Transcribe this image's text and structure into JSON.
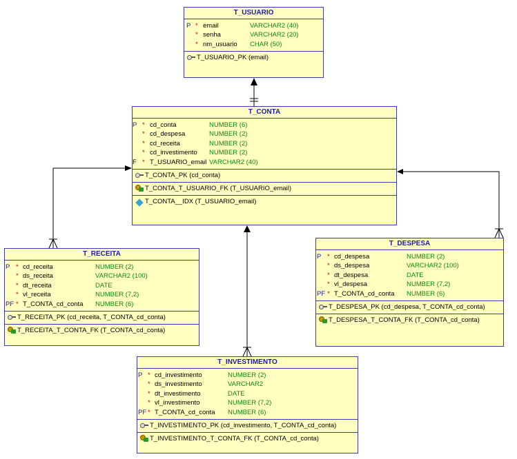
{
  "entities": {
    "usuario": {
      "name": "T_USUARIO",
      "columns": [
        {
          "flag": "P",
          "req": "*",
          "name": "email",
          "type": "VARCHAR2 (40)"
        },
        {
          "flag": "",
          "req": "*",
          "name": "senha",
          "type": "VARCHAR2 (20)"
        },
        {
          "flag": "",
          "req": "*",
          "name": "nm_usuario",
          "type": "CHAR (50)"
        }
      ],
      "pk": "T_USUARIO_PK (email)"
    },
    "conta": {
      "name": "T_CONTA",
      "columns": [
        {
          "flag": "P",
          "req": "*",
          "name": "cd_conta",
          "type": "NUMBER (6)"
        },
        {
          "flag": "",
          "req": "*",
          "name": "cd_despesa",
          "type": "NUMBER (2)"
        },
        {
          "flag": "",
          "req": "*",
          "name": "cd_receita",
          "type": "NUMBER (2)"
        },
        {
          "flag": "",
          "req": "*",
          "name": "cd_investimento",
          "type": "NUMBER (2)"
        },
        {
          "flag": "F",
          "req": "*",
          "name": "T_USUARIO_email",
          "type": "VARCHAR2 (40)"
        }
      ],
      "pk": "T_CONTA_PK (cd_conta)",
      "fk": "T_CONTA_T_USUARIO_FK (T_USUARIO_email)",
      "idx": "T_CONTA__IDX (T_USUARIO_email)"
    },
    "receita": {
      "name": "T_RECEITA",
      "columns": [
        {
          "flag": "P",
          "req": "*",
          "name": "cd_receita",
          "type": "NUMBER (2)"
        },
        {
          "flag": "",
          "req": "*",
          "name": "ds_receita",
          "type": "VARCHAR2 (100)"
        },
        {
          "flag": "",
          "req": "*",
          "name": "dt_receita",
          "type": "DATE"
        },
        {
          "flag": "",
          "req": "*",
          "name": "vl_receita",
          "type": "NUMBER (7,2)"
        },
        {
          "flag": "PF",
          "req": "*",
          "name": "T_CONTA_cd_conta",
          "type": "NUMBER (6)"
        }
      ],
      "pk": "T_RECEITA_PK (cd_receita, T_CONTA_cd_conta)",
      "fk": "T_RECEITA_T_CONTA_FK (T_CONTA_cd_conta)"
    },
    "despesa": {
      "name": "T_DESPESA",
      "columns": [
        {
          "flag": "P",
          "req": "*",
          "name": "cd_despesa",
          "type": "NUMBER (2)"
        },
        {
          "flag": "",
          "req": "*",
          "name": "ds_despesa",
          "type": "VARCHAR2 (100)"
        },
        {
          "flag": "",
          "req": "*",
          "name": "dt_despesa",
          "type": "DATE"
        },
        {
          "flag": "",
          "req": "*",
          "name": "vl_despesa",
          "type": "NUMBER (7,2)"
        },
        {
          "flag": "PF",
          "req": "*",
          "name": "T_CONTA_cd_conta",
          "type": "NUMBER (6)"
        }
      ],
      "pk": "T_DESPESA_PK (cd_despesa, T_CONTA_cd_conta)",
      "fk": "T_DESPESA_T_CONTA_FK (T_CONTA_cd_conta)"
    },
    "investimento": {
      "name": "T_INVESTIMENTO",
      "columns": [
        {
          "flag": "P",
          "req": "*",
          "name": "cd_investimento",
          "type": "NUMBER (2)"
        },
        {
          "flag": "",
          "req": "*",
          "name": "ds_investimento",
          "type": "VARCHAR2"
        },
        {
          "flag": "",
          "req": "*",
          "name": "dt_investimento",
          "type": "DATE"
        },
        {
          "flag": "",
          "req": "*",
          "name": "vl_investimento",
          "type": "NUMBER (7,2)"
        },
        {
          "flag": "PF",
          "req": "*",
          "name": "T_CONTA_cd_conta",
          "type": "NUMBER (6)"
        }
      ],
      "pk": "T_INVESTIMENTO_PK (cd_investimento, T_CONTA_cd_conta)",
      "fk": "T_INVESTIMENTO_T_CONTA_FK (T_CONTA_cd_conta)"
    }
  },
  "colors": {
    "entity_fill": "#ffffc0",
    "entity_border": "#3b3bb0",
    "title": "#1a1ab0",
    "required_marker": "#d00000",
    "datatype": "#0a8a0a",
    "relationship_line": "#000000"
  }
}
